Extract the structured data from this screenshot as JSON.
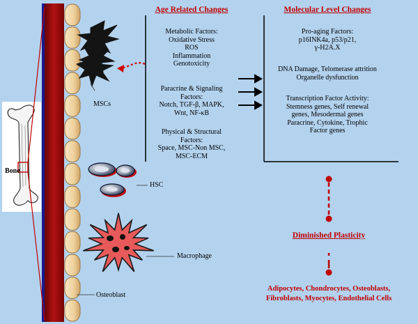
{
  "left_labels": {
    "mscs": "MSCs",
    "bone": "Bone",
    "hsc": "HSC",
    "macrophage": "Macrophage",
    "osteoblast": "Osteoblast"
  },
  "age_related": {
    "title": "Age Related Changes",
    "metabolic": [
      "Metabolic Factors:",
      "Oxidative Stress",
      "ROS",
      "Inflammation",
      "Genotoxicity"
    ],
    "paracrine": [
      "Paracrine & Signaling",
      "Factors:",
      "Notch, TGF-β, MAPK,",
      "Wnt, NF-κB"
    ],
    "physical": [
      "Physical & Structural",
      "Factors:",
      "Space, MSC-Non MSC,",
      "MSC-ECM"
    ]
  },
  "molecular": {
    "title": "Molecular Level Changes",
    "pro_aging": [
      "Pro-aging Factors:",
      "p16INK4a, p53/p21,",
      "γ-H2A.X"
    ],
    "damage": [
      "DNA Damage, Telomerase attrition",
      "Organelle dysfunction"
    ],
    "transcription": [
      "Transcription Factor Activity:",
      "Stemness  genes, Self renewal",
      "genes,  Mesodermal genes",
      "Paracrine, Cytokine, Trophic",
      "Factor genes"
    ]
  },
  "plasticity": {
    "title": "Diminished Plasticity",
    "cells": [
      "Adipocytes, Chondrocytes, Osteoblasts,",
      "Fibroblasts, Myocytes, Endothelial Cells"
    ]
  },
  "colors": {
    "background": "#b3d2ee",
    "accent_red": "#c00000",
    "vessel_red": "#9b0a0a",
    "cell_tan": "#f2d8a7"
  }
}
